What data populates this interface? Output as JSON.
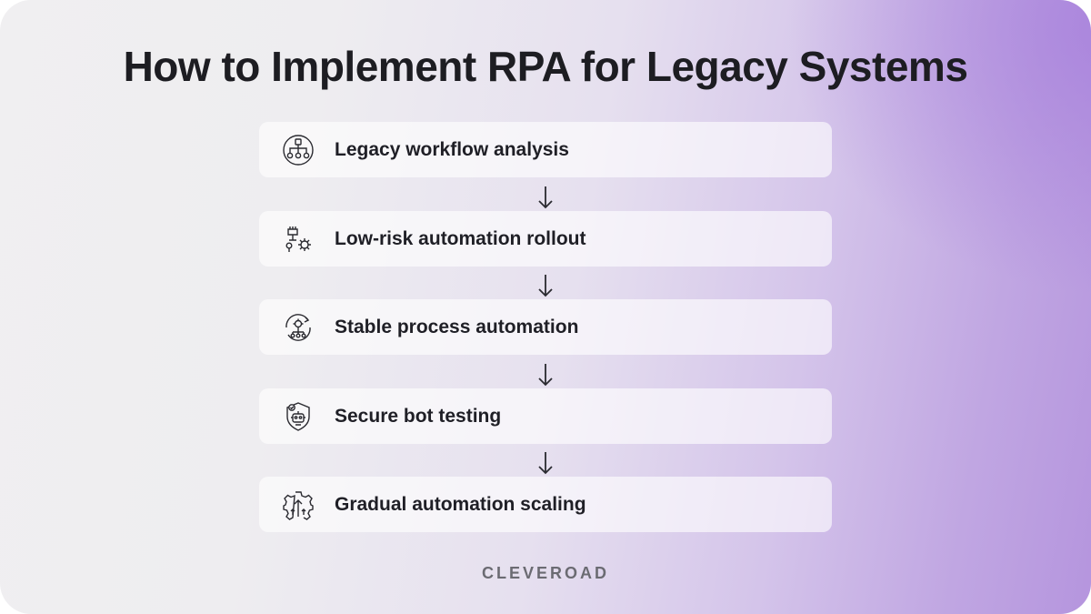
{
  "title": "How to Implement RPA for Legacy Systems",
  "steps": [
    {
      "label": "Legacy workflow analysis",
      "icon": "workflow-network-icon"
    },
    {
      "label": "Low-risk automation rollout",
      "icon": "automation-gear-icon"
    },
    {
      "label": "Stable process automation",
      "icon": "process-cycle-icon"
    },
    {
      "label": "Secure bot testing",
      "icon": "secure-bot-icon"
    },
    {
      "label": "Gradual automation scaling",
      "icon": "scaling-gear-icon"
    }
  ],
  "brand": "CLEVEROAD",
  "colors": {
    "title": "#1d1d22",
    "card": "#ffffff",
    "accent_purple": "#b595de",
    "brand": "#6b6b72"
  }
}
